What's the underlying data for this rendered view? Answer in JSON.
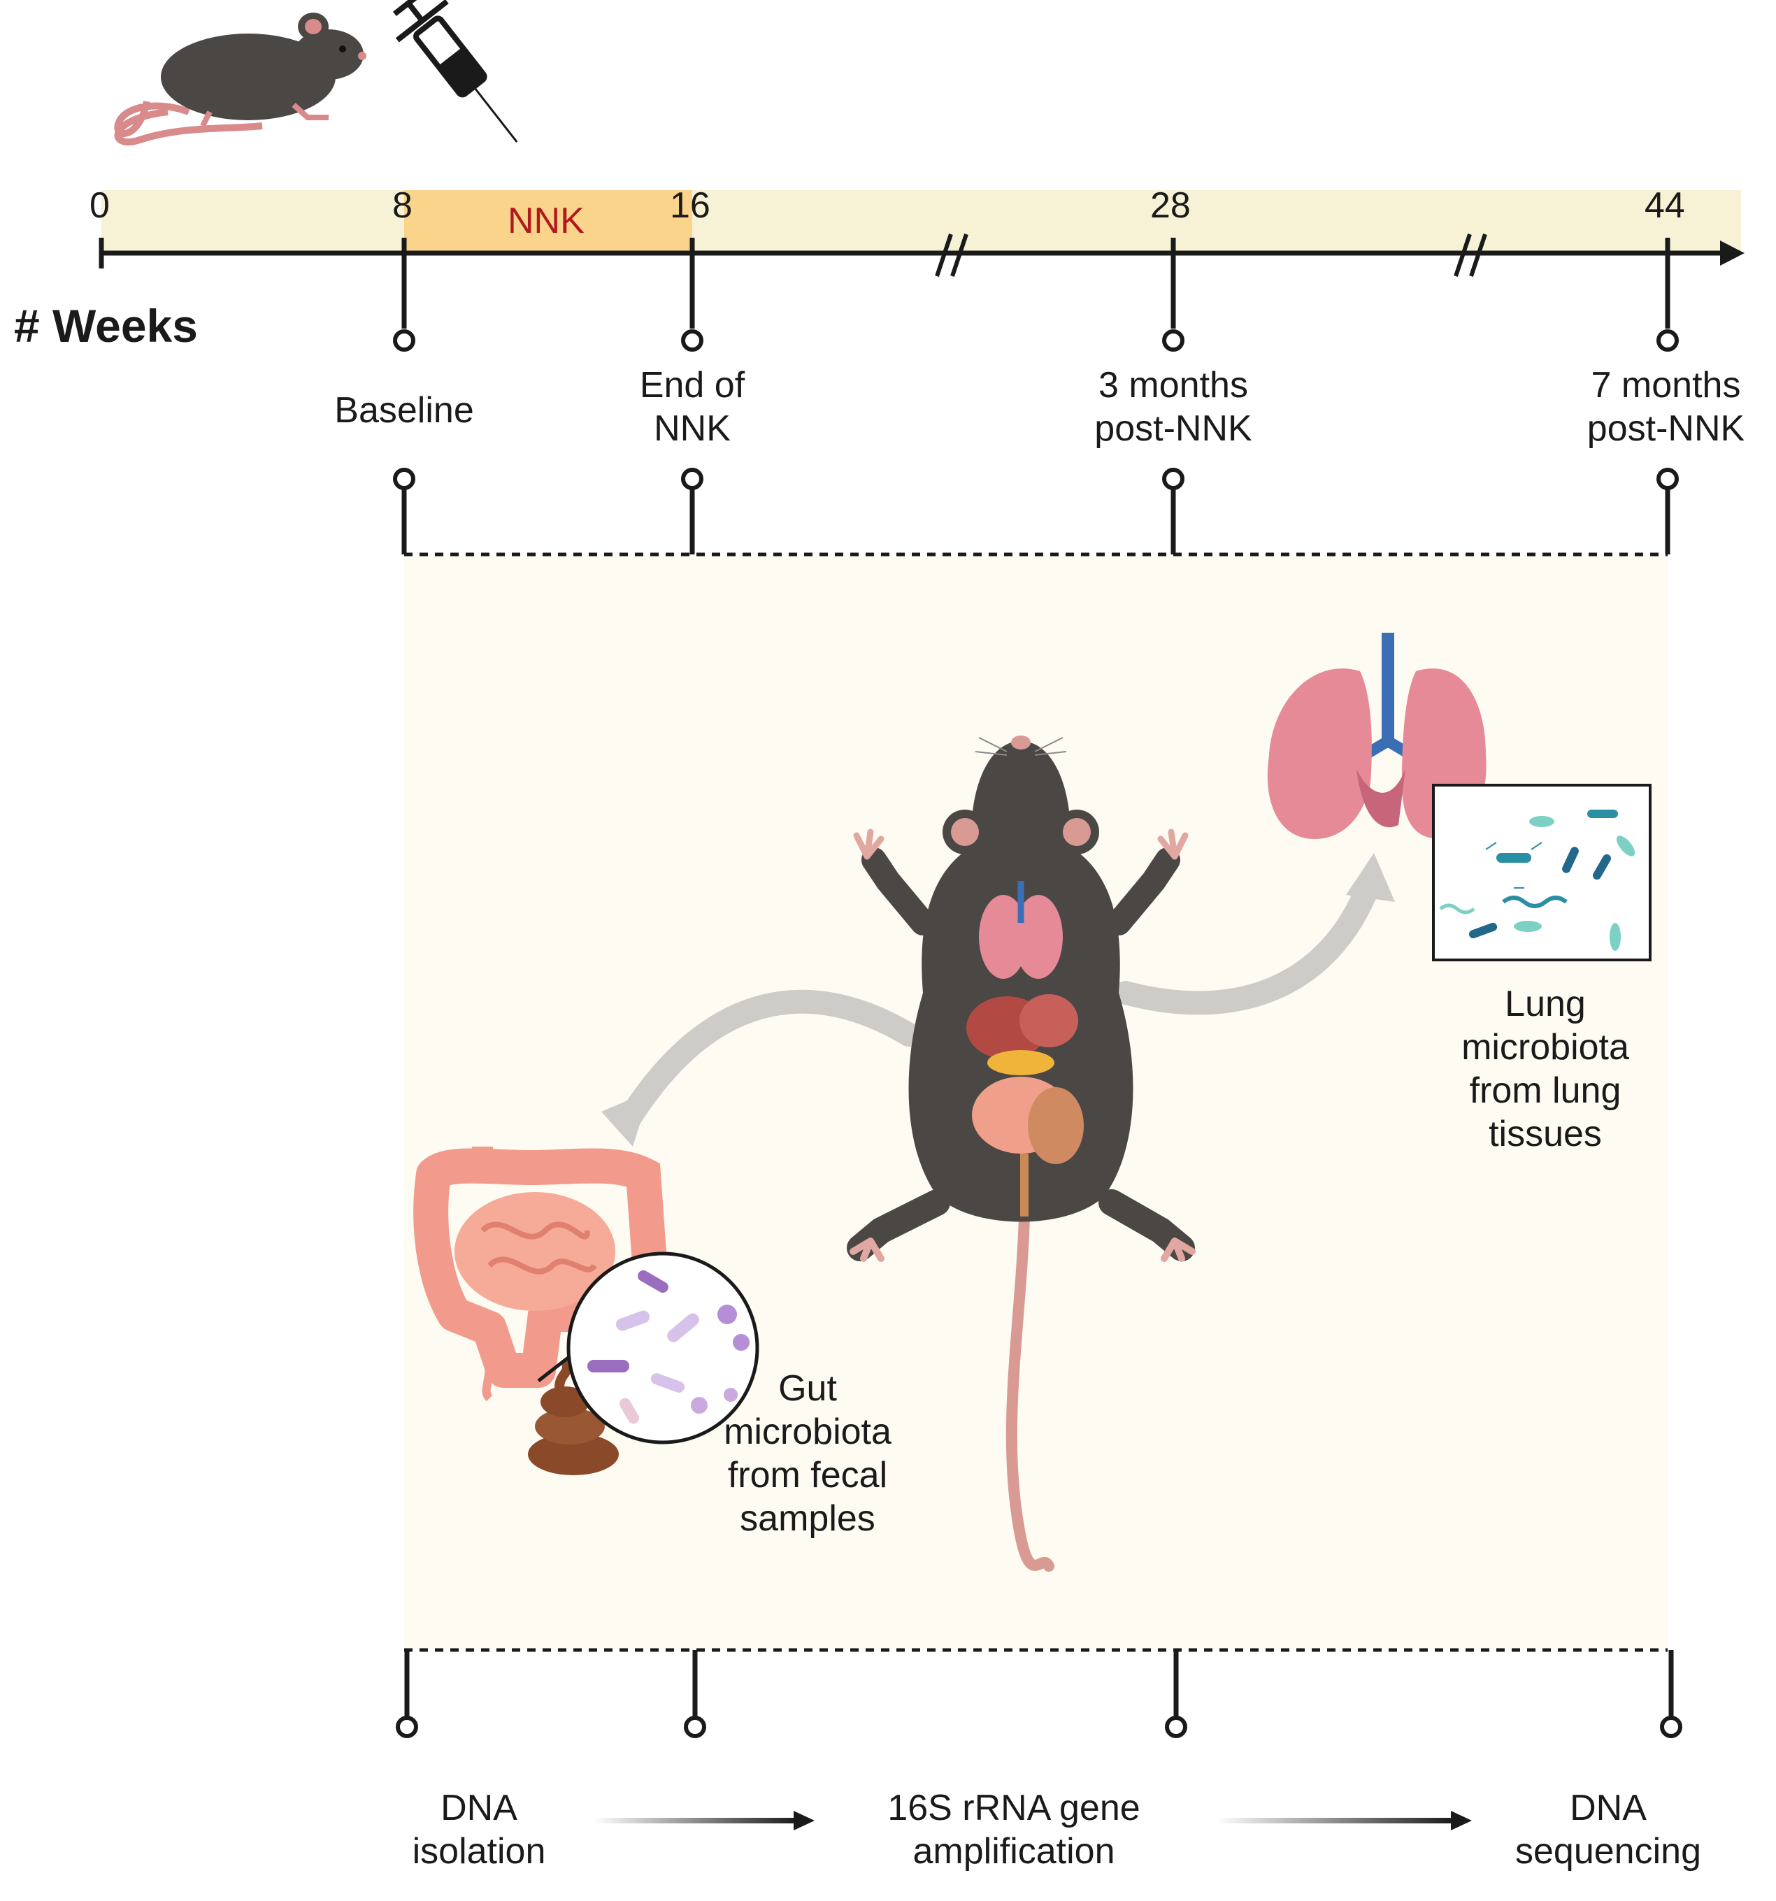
{
  "timeline": {
    "axis_label": "# Weeks",
    "ticks": [
      "0",
      "8",
      "16",
      "28",
      "44"
    ],
    "treatment_label": "NNK",
    "timepoints": [
      {
        "line1": "Baseline",
        "line2": ""
      },
      {
        "line1": "End of",
        "line2": "NNK"
      },
      {
        "line1": "3 months",
        "line2": "post-NNK"
      },
      {
        "line1": "7 months",
        "line2": "post-NNK"
      }
    ]
  },
  "samples": {
    "gut": [
      "Gut",
      "microbiota",
      "from fecal",
      "samples"
    ],
    "lung": [
      "Lung",
      "microbiota",
      "from lung",
      "tissues"
    ]
  },
  "workflow": {
    "steps": [
      {
        "line1": "DNA",
        "line2": "isolation"
      },
      {
        "line1": "16S rRNA gene",
        "line2": "amplification"
      },
      {
        "line1": "DNA",
        "line2": "sequencing"
      }
    ]
  },
  "colors": {
    "timeline_band": "#f7f2d6",
    "nnk_band": "#fbd48c",
    "nnk_text": "#b0191e",
    "panel_bg": "#fdfbf2",
    "mouse": "#4a4745",
    "lung": "#e58a96",
    "intestine": "#f29a8c",
    "feces": "#8a4a2a"
  },
  "icons": [
    "mouse-icon",
    "syringe-icon",
    "lungs-icon",
    "bacteria-box-icon",
    "intestine-icon",
    "feces-icon",
    "magnifier-bacteria-icon"
  ]
}
